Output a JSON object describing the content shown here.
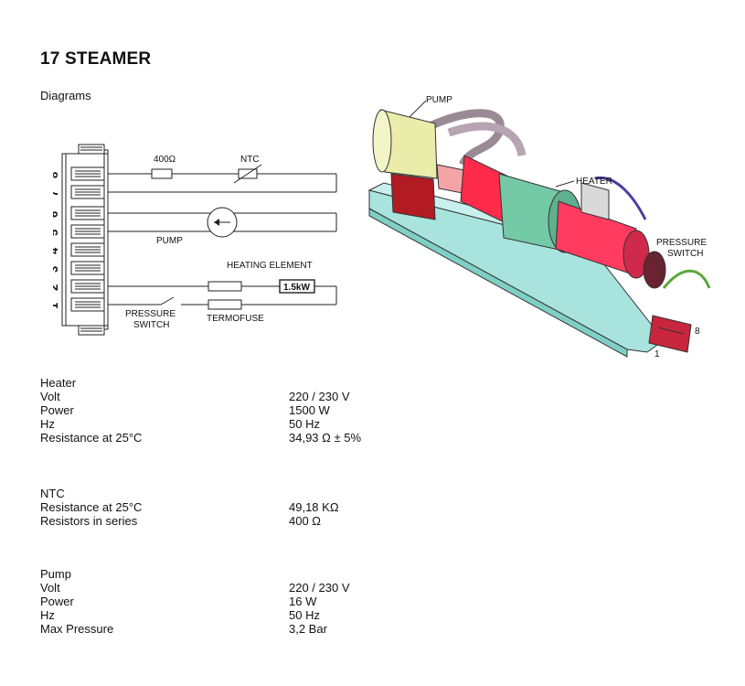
{
  "page": {
    "title": "17 STEAMER",
    "subtitle": "Diagrams"
  },
  "wiring": {
    "resistor_label": "400Ω",
    "ntc_label": "NTC",
    "pump_label": "PUMP",
    "heating_element_label": "HEATING ELEMENT",
    "power_label": "1.5kW",
    "pressure_switch_label_1": "PRESSURE",
    "pressure_switch_label_2": "SWITCH",
    "termofuse_label": "TERMOFUSE",
    "terminal_numbers": [
      "8",
      "7",
      "6",
      "5",
      "4",
      "3",
      "2",
      "1"
    ]
  },
  "illustration": {
    "pump_label": "PUMP",
    "heater_label": "HEATER",
    "pressure_label_1": "PRESSURE",
    "pressure_label_2": "SWITCH",
    "pin_first": "1",
    "pin_last": "8"
  },
  "specs": [
    {
      "heading": "Heater",
      "rows": [
        {
          "label": "Volt",
          "value": "220 / 230 V"
        },
        {
          "label": "Power",
          "value": "1500 W"
        },
        {
          "label": "Hz",
          "value": "50 Hz"
        },
        {
          "label": "Resistance at 25°C",
          "value": "34,93 Ω ± 5%"
        }
      ]
    },
    {
      "heading": "NTC",
      "rows": [
        {
          "label": "Resistance at 25°C",
          "value": "49,18 KΩ"
        },
        {
          "label": "Resistors in series",
          "value": "400 Ω"
        }
      ]
    },
    {
      "heading": "Pump",
      "rows": [
        {
          "label": "Volt",
          "value": "220 / 230 V"
        },
        {
          "label": "Power",
          "value": "16 W"
        },
        {
          "label": "Hz",
          "value": "50 Hz"
        },
        {
          "label": "Max Pressure",
          "value": "3,2 Bar"
        }
      ]
    }
  ]
}
